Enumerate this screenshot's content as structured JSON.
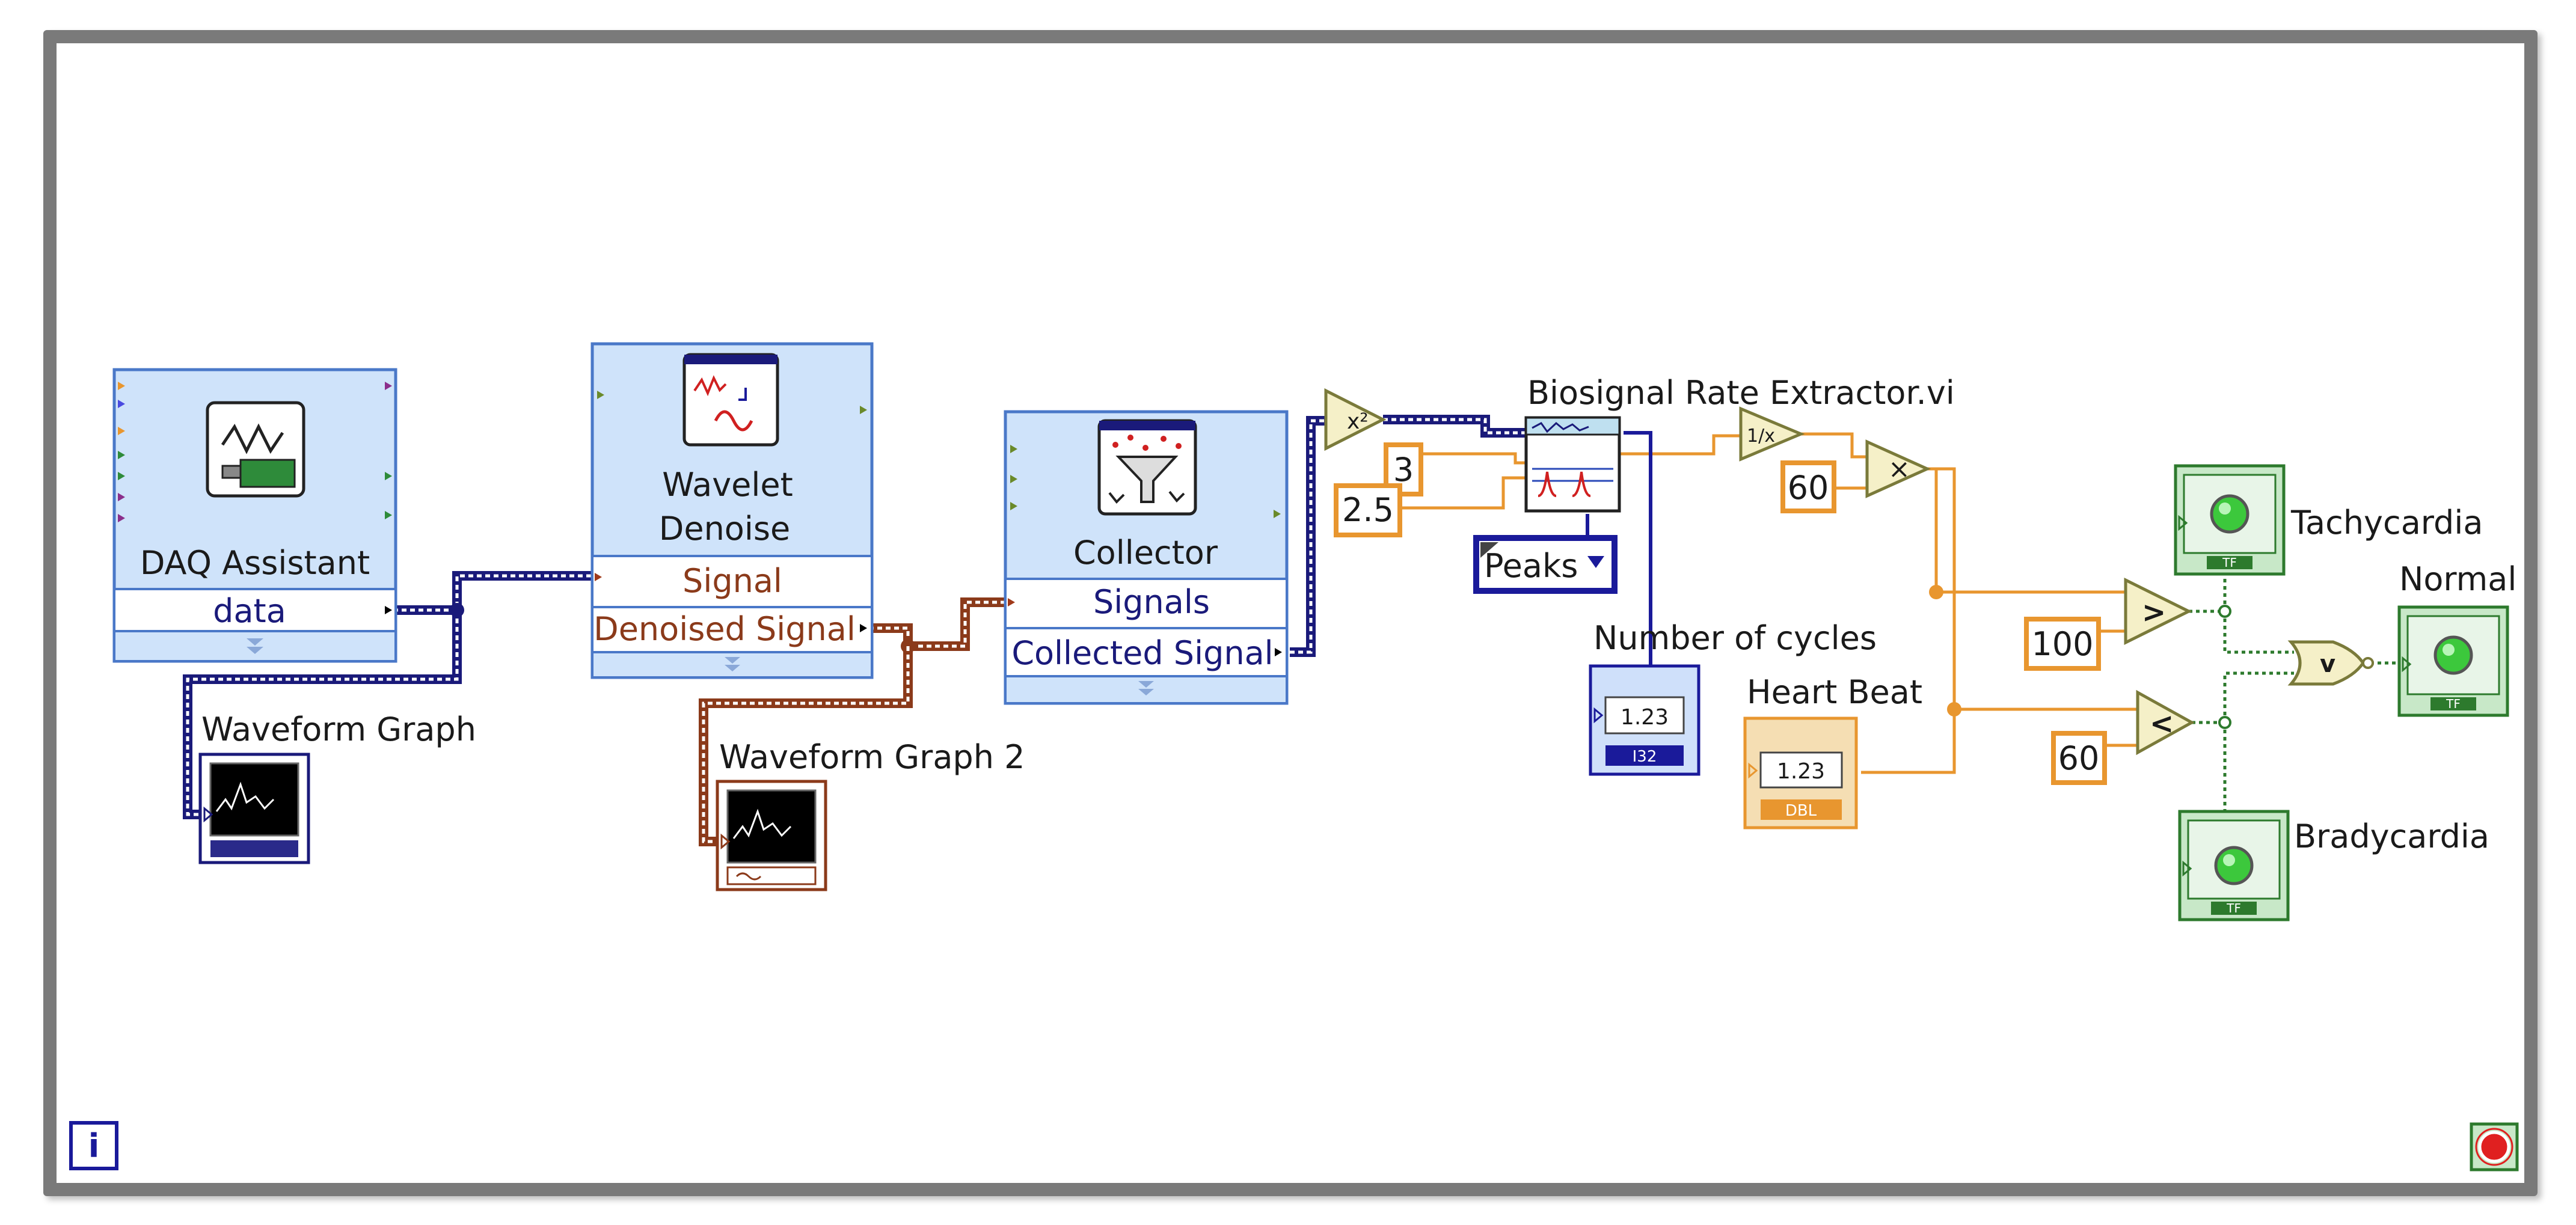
{
  "blocks": {
    "daq": {
      "title": "DAQ Assistant",
      "terminal": "data"
    },
    "wavelet": {
      "title_line1": "Wavelet",
      "title_line2": "Denoise",
      "in_terminal": "Signal",
      "out_terminal": "Denoised Signal"
    },
    "collector": {
      "title": "Collector",
      "in_terminal": "Signals",
      "out_terminal": "Collected Signal"
    },
    "biosignal": {
      "title": "Biosignal Rate Extractor.vi",
      "mode": "Peaks"
    }
  },
  "indicators": {
    "waveform_graph": "Waveform Graph",
    "waveform_graph_2": "Waveform Graph 2",
    "number_of_cycles": {
      "label": "Number of cycles",
      "display": "1.23",
      "type": "I32"
    },
    "heart_beat": {
      "label": "Heart Beat",
      "display": "1.23",
      "type": "DBL"
    },
    "tachycardia": {
      "label": "Tachycardia",
      "type": "TF"
    },
    "normal": {
      "label": "Normal",
      "type": "TF"
    },
    "bradycardia": {
      "label": "Bradycardia",
      "type": "TF"
    }
  },
  "constants": {
    "c3": "3",
    "c2_5": "2.5",
    "c60_mult": "60",
    "c100": "100",
    "c60_cmp": "60"
  },
  "operators": {
    "square": "x²",
    "reciprocal": "1/x",
    "multiply": "×",
    "greater": ">",
    "less": "<",
    "or": "v"
  },
  "loop": {
    "iteration": "i"
  },
  "colors": {
    "waveform_wire": "#1a1a7a",
    "denoised_wire": "#8b3a1a",
    "numeric_wire": "#e8962f",
    "boolean_wire": "#2d7a2d",
    "express_vi_fill": "#cfe3fa",
    "express_vi_border": "#4a78c8",
    "led_on": "#3cc83c",
    "stop_red": "#e02020",
    "loop_border": "#7a7a7a"
  }
}
